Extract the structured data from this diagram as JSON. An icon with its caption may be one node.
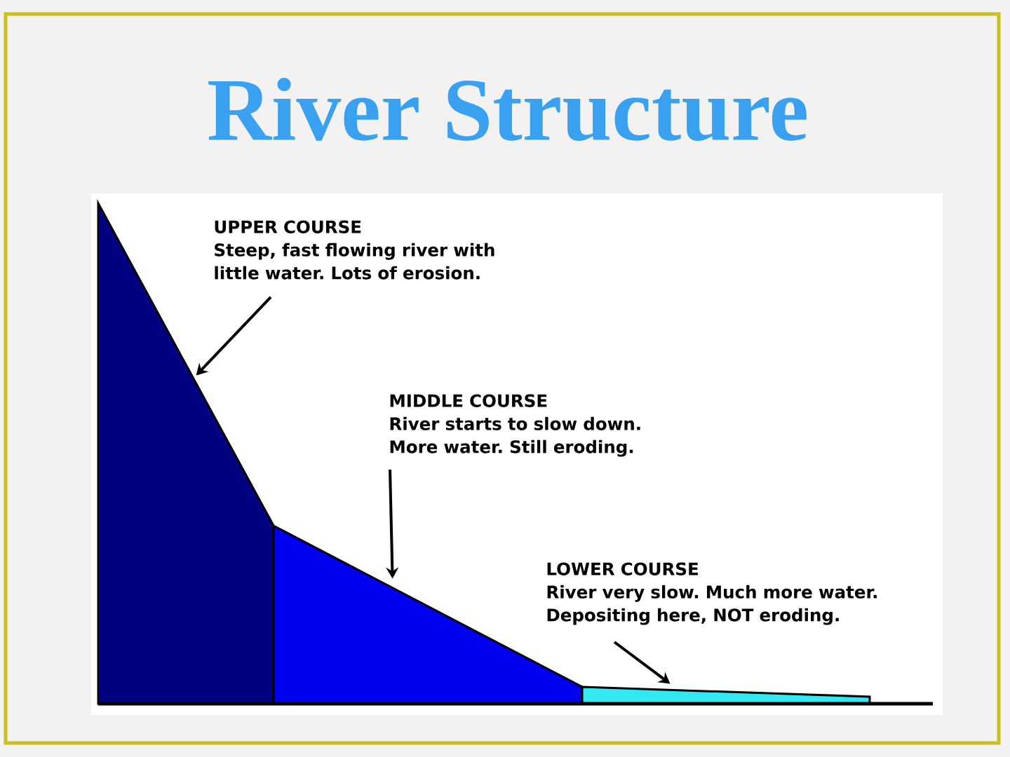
{
  "diagram": {
    "title": "River Structure",
    "nodes": [
      {
        "text": [
          "UPPER COURSE",
          "Steep, fast flowing river with little water. Lots of erosion."
        ]
      },
      {
        "text": [
          "MIDDLE COURSE",
          "River starts to slow down. More water. Still eroding."
        ]
      },
      {
        "text": [
          "LOWER COURSE",
          "River very slow. Much more water. Depositing here, NOT eroding."
        ]
      },
      {
        "text": [],
        "shape": "trapezoid"
      },
      {
        "text": [],
        "shape": "trapezoid"
      },
      {
        "text": [],
        "shape": "trapezoid"
      }
    ],
    "edges": [
      {
        "from": 0,
        "to": 3,
        "arrow": "to"
      },
      {
        "from": 1,
        "to": 4,
        "arrow": "to"
      },
      {
        "from": 2,
        "to": 5,
        "arrow": "to"
      }
    ]
  }
}
